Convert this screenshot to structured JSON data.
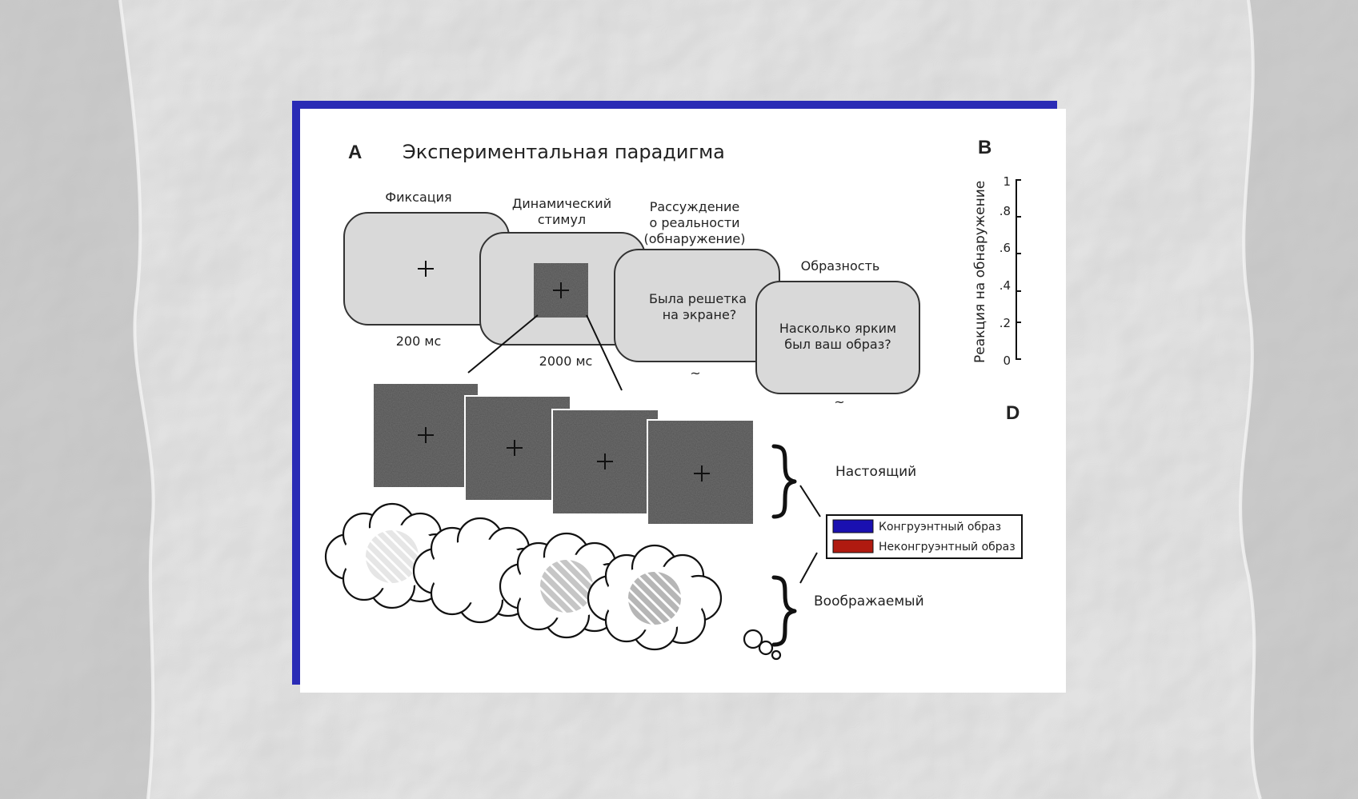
{
  "panel_labels": {
    "a": "A",
    "b": "B",
    "d": "D"
  },
  "title": "Экспериментальная парадигма",
  "stages": [
    {
      "label_lines": [
        "Фиксация"
      ],
      "duration": "200 мс",
      "content_lines": []
    },
    {
      "label_lines": [
        "Динамический",
        "стимул"
      ],
      "duration": "2000 мс",
      "content_lines": []
    },
    {
      "label_lines": [
        "Рассуждение",
        "о реальности",
        "(обнаружение)"
      ],
      "duration": "~",
      "content_lines": [
        "Была решетка",
        "на экране?"
      ]
    },
    {
      "label_lines": [
        "Образность"
      ],
      "duration": "~",
      "content_lines": [
        "Насколько ярким",
        "был ваш образ?"
      ]
    }
  ],
  "conditions": {
    "real": "Настоящий",
    "imagined": "Воображаемый"
  },
  "panel_b": {
    "ylabel": "Реакция на обнаружение",
    "ticks": [
      "1",
      ".8",
      ".6",
      ".4",
      ".2",
      "0"
    ]
  },
  "legend": [
    {
      "label": "Конгруэнтный образ",
      "color": "#1a10b0"
    },
    {
      "label": "Неконгруэнтный образ",
      "color": "#b01a10"
    }
  ],
  "colors": {
    "accent_frame": "#2a2bb5",
    "screen_fill": "#d9d9d9",
    "noise_fill": "#555555"
  },
  "icons": [
    "fixation-cross-icon",
    "thought-cloud-icon",
    "grating-icon",
    "brace-icon"
  ]
}
